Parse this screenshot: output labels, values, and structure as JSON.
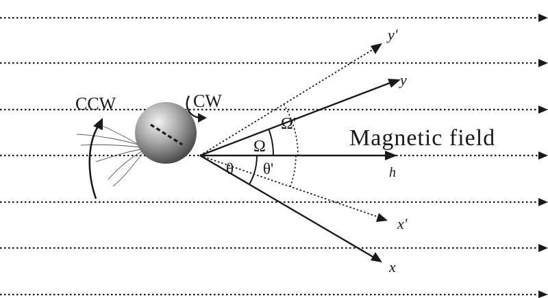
{
  "labels": {
    "ccw": "CCW",
    "cw": "CW",
    "magnetic_field": "Magnetic field",
    "h": "h",
    "y_prime": "y'",
    "y": "y",
    "x_prime": "x'",
    "x": "x",
    "omega_prime": "Ω'",
    "omega": "Ω",
    "theta": "θ",
    "theta_prime": "θ'"
  },
  "colors": {
    "ink": "#1a1a1a",
    "background": "#ffffff"
  }
}
